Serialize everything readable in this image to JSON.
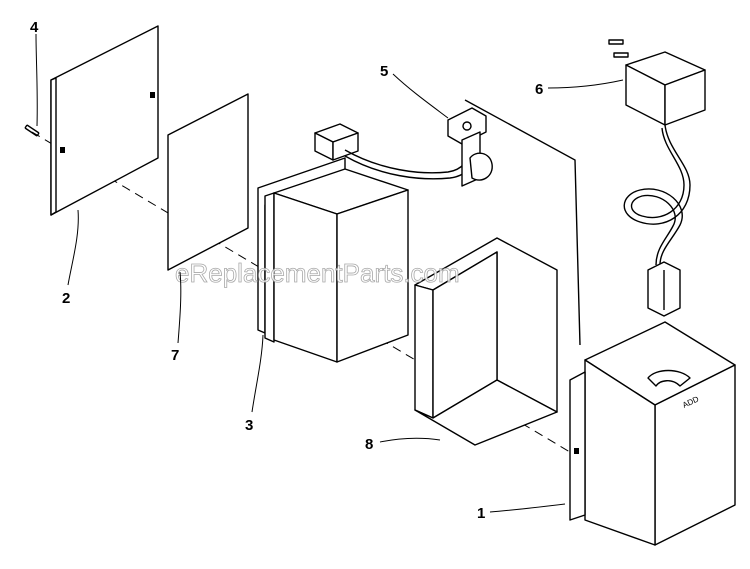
{
  "diagram": {
    "watermark": "eReplacementParts.com",
    "callouts": {
      "p1": "1",
      "p2": "2",
      "p3": "3",
      "p4": "4",
      "p5": "5",
      "p6": "6",
      "p7": "7",
      "p8": "8"
    }
  }
}
